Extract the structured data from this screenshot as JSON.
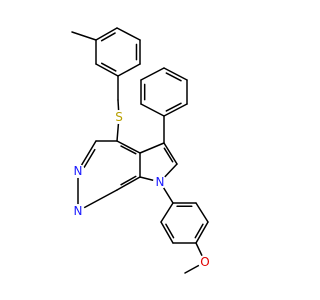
{
  "molecule": {
    "atom_labels": {
      "sulfur": "S",
      "n_top": "N",
      "n_bottom": "N",
      "n_pyrrole": "N",
      "oxygen": "O"
    },
    "colors": {
      "bond": "#000000",
      "sulfur": "#b8a000",
      "nitrogen": "#1a1aff",
      "oxygen": "#e00000"
    }
  }
}
